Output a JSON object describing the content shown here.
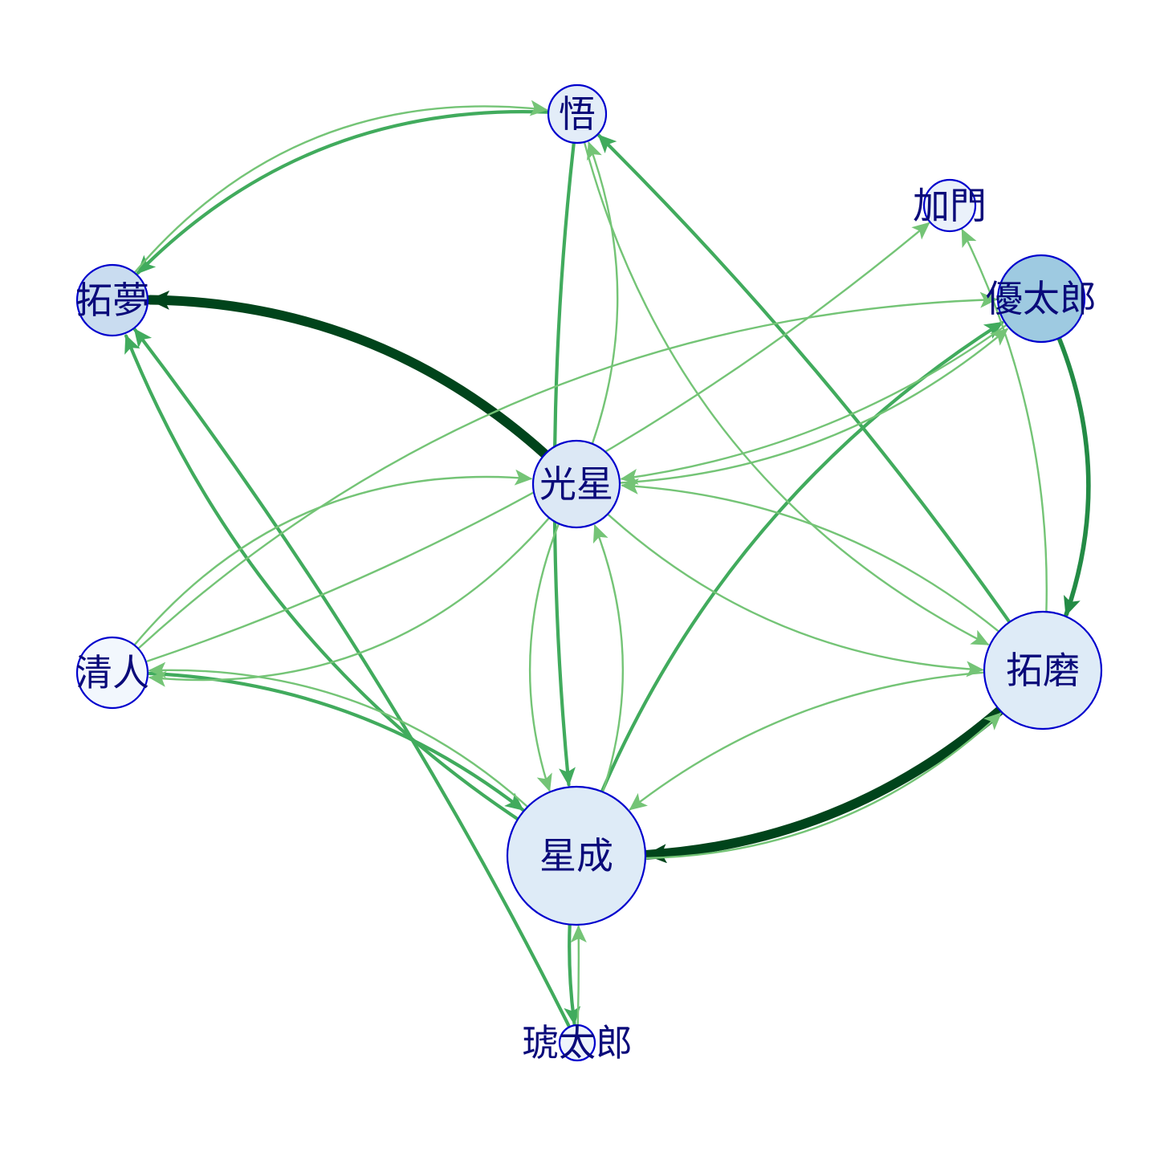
{
  "graph": {
    "type": "directed-network",
    "nodes": [
      {
        "id": "satoru",
        "label": "悟",
        "fill": "#e3edf8"
      },
      {
        "id": "kamon",
        "label": "加門",
        "fill": "#eaf1fa"
      },
      {
        "id": "takumu",
        "label": "拓夢",
        "fill": "#c9dcf0"
      },
      {
        "id": "yutaro",
        "label": "優太郎",
        "fill": "#9ecae1"
      },
      {
        "id": "kosei",
        "label": "光星",
        "fill": "#dce8f5"
      },
      {
        "id": "kiyoto",
        "label": "清人",
        "fill": "#f2f7fd"
      },
      {
        "id": "takuma",
        "label": "拓磨",
        "fill": "#deebf7"
      },
      {
        "id": "seisei",
        "label": "星成",
        "fill": "#deebf7"
      },
      {
        "id": "kotaro",
        "label": "琥太郎",
        "fill": "#eef4fb"
      }
    ],
    "edges": [
      {
        "from": "kosei",
        "to": "takumu",
        "weight": 6
      },
      {
        "from": "takuma",
        "to": "seisei",
        "weight": 6
      },
      {
        "from": "yutaro",
        "to": "takuma",
        "weight": 3
      },
      {
        "from": "seisei",
        "to": "takumu",
        "weight": 2
      },
      {
        "from": "kotaro",
        "to": "takumu",
        "weight": 2
      },
      {
        "from": "satoru",
        "to": "takumu",
        "weight": 2
      },
      {
        "from": "satoru",
        "to": "seisei",
        "weight": 2
      },
      {
        "from": "takuma",
        "to": "satoru",
        "weight": 2
      },
      {
        "from": "seisei",
        "to": "yutaro",
        "weight": 2
      },
      {
        "from": "kiyoto",
        "to": "seisei",
        "weight": 2
      },
      {
        "from": "seisei",
        "to": "kotaro",
        "weight": 2
      },
      {
        "from": "takumu",
        "to": "satoru",
        "weight": 1
      },
      {
        "from": "kosei",
        "to": "satoru",
        "weight": 1
      },
      {
        "from": "satoru",
        "to": "takuma",
        "weight": 1
      },
      {
        "from": "kiyoto",
        "to": "kamon",
        "weight": 1
      },
      {
        "from": "yutaro",
        "to": "kosei",
        "weight": 1
      },
      {
        "from": "kosei",
        "to": "takuma",
        "weight": 1
      },
      {
        "from": "seisei",
        "to": "kosei",
        "weight": 1
      },
      {
        "from": "kosei",
        "to": "seisei",
        "weight": 1
      },
      {
        "from": "kosei",
        "to": "kiyoto",
        "weight": 1
      },
      {
        "from": "kiyoto",
        "to": "kosei",
        "weight": 1
      },
      {
        "from": "seisei",
        "to": "kiyoto",
        "weight": 1
      },
      {
        "from": "kotaro",
        "to": "seisei",
        "weight": 1
      },
      {
        "from": "seisei",
        "to": "takuma",
        "weight": 1
      },
      {
        "from": "takuma",
        "to": "seisei",
        "weight": 1
      },
      {
        "from": "takuma",
        "to": "kosei",
        "weight": 1
      },
      {
        "from": "takuma",
        "to": "kamon",
        "weight": 1
      },
      {
        "from": "kiyoto",
        "to": "yutaro",
        "weight": 1
      },
      {
        "from": "kosei",
        "to": "yutaro",
        "weight": 1
      }
    ],
    "edge_colors": {
      "1": "#74c476",
      "2": "#41ab5d",
      "3": "#238b45",
      "6": "#00441b"
    }
  }
}
